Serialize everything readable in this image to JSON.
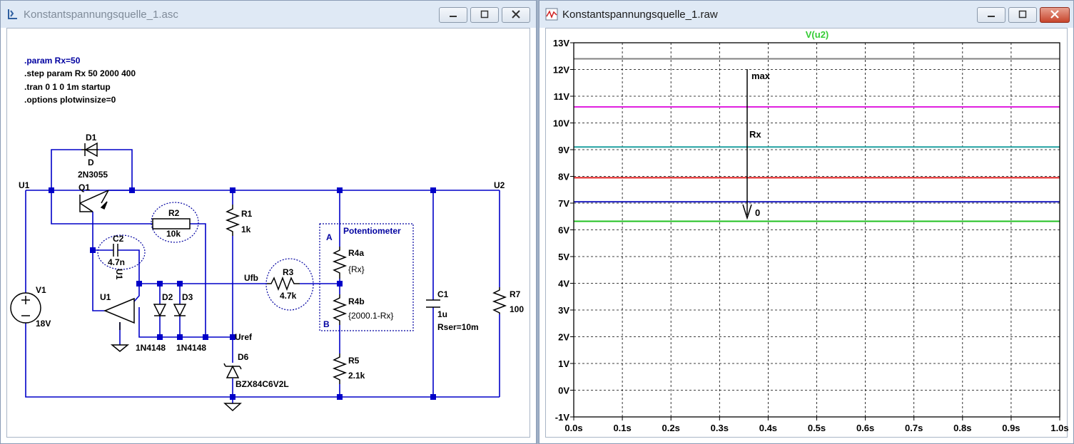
{
  "left_window": {
    "title": "Konstantspannungsquelle_1.asc",
    "directives": [
      ".param Rx=50",
      ".step param Rx 50 2000 400",
      ".tran 0 1 0 1m startup",
      ".options plotwinsize=0"
    ],
    "components": {
      "d1": {
        "name": "D1",
        "value": "D"
      },
      "q1": {
        "name": "Q1",
        "value": "2N3055"
      },
      "r1": {
        "name": "R1",
        "value": "1k"
      },
      "r2": {
        "name": "R2",
        "value": "10k"
      },
      "c2": {
        "name": "C2",
        "value": "4.7n"
      },
      "u1": {
        "name": "U1",
        "pin": "U1"
      },
      "d2": {
        "name": "D2",
        "value": "1N4148"
      },
      "d3": {
        "name": "D3",
        "value": "1N4148"
      },
      "r3": {
        "name": "R3",
        "value": "4.7k"
      },
      "v1": {
        "name": "V1",
        "value": "18V"
      },
      "d6": {
        "name": "D6",
        "value": "BZX84C6V2L"
      },
      "r4a": {
        "name": "R4a",
        "value": "{Rx}"
      },
      "r4b": {
        "name": "R4b",
        "value": "{2000.1-Rx}"
      },
      "r5": {
        "name": "R5",
        "value": "2.1k"
      },
      "c1": {
        "name": "C1",
        "value": "1u",
        "extra": "Rser=10m"
      },
      "r7": {
        "name": "R7",
        "value": "100"
      }
    },
    "nets": {
      "u1": "U1",
      "u2": "U2",
      "ufb": "Ufb",
      "uref": "Uref"
    },
    "potentiometer": {
      "title": "Potentiometer",
      "a": "A",
      "b": "B"
    }
  },
  "right_window": {
    "title": "Konstantspannungsquelle_1.raw",
    "trace_label": "V(u2)",
    "annotations": {
      "max": "max",
      "rx": "Rx",
      "zero": "0"
    },
    "y_tick_labels": [
      "13V",
      "12V",
      "11V",
      "10V",
      "9V",
      "8V",
      "7V",
      "6V",
      "5V",
      "4V",
      "3V",
      "2V",
      "1V",
      "0V",
      "-1V"
    ],
    "x_tick_labels": [
      "0.0s",
      "0.1s",
      "0.2s",
      "0.3s",
      "0.4s",
      "0.5s",
      "0.6s",
      "0.7s",
      "0.8s",
      "0.9s",
      "1.0s"
    ]
  },
  "colors": {
    "wire": "#0000c8",
    "label_blue": "#0000a0",
    "trace_title": "#33cc33"
  },
  "chart_data": {
    "type": "line",
    "title": "V(u2)",
    "xlabel": "",
    "ylabel": "",
    "xlim": [
      0,
      1.0
    ],
    "ylim": [
      -1,
      13
    ],
    "grid": true,
    "x": [
      0.0,
      1.0
    ],
    "series": [
      {
        "values": [
          12.4,
          12.4
        ],
        "color": "#808080"
      },
      {
        "values": [
          10.6,
          10.6
        ],
        "color": "#e020e0"
      },
      {
        "values": [
          9.1,
          9.1
        ],
        "color": "#20a0a0"
      },
      {
        "values": [
          7.95,
          7.95
        ],
        "color": "#e02020"
      },
      {
        "values": [
          7.05,
          7.05
        ],
        "color": "#2020c0"
      },
      {
        "values": [
          6.32,
          6.32
        ],
        "color": "#20c020"
      }
    ]
  }
}
